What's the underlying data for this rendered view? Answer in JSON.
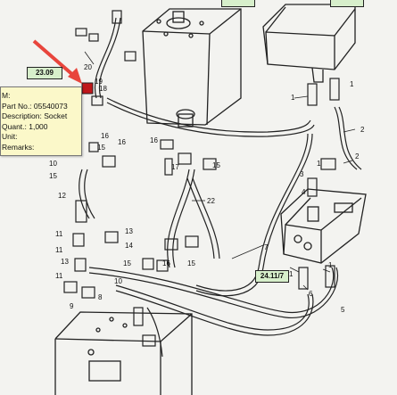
{
  "tooltip": {
    "title": "M:",
    "part_no": "Part No.: 05540073",
    "description": "Description: Socket",
    "quantity": "Quant.: 1,000",
    "unit": "Unit:",
    "remarks": "Remarks:"
  },
  "ref_labels": {
    "top_center": "",
    "top_right": "",
    "left_ref": "23.09",
    "lower_ref": "24.11/7"
  },
  "part_numbers": {
    "n1a": "1",
    "n1b": "1",
    "n1c": "1",
    "n1d": "1",
    "n1e": "1",
    "n2a": "2",
    "n2b": "2",
    "n3": "3",
    "n4": "4",
    "n5": "5",
    "n6": "6",
    "n7": "7",
    "n8": "8",
    "n9": "9",
    "n10a": "10",
    "n10b": "10",
    "n11a": "11",
    "n11b": "11",
    "n11c": "11",
    "n12": "12",
    "n13": "13",
    "n14": "14",
    "n15a": "15",
    "n15b": "15",
    "n16a": "16",
    "n16b": "16",
    "n17": "17",
    "n18": "18",
    "n19": "19",
    "n20": "20",
    "n22": "22"
  },
  "colors": {
    "line": "#222222",
    "highlight": "#c0171a",
    "arrow": "#e8453c",
    "ref_box_bg": "#d7efcb",
    "tooltip_bg": "#fbf8c9"
  }
}
